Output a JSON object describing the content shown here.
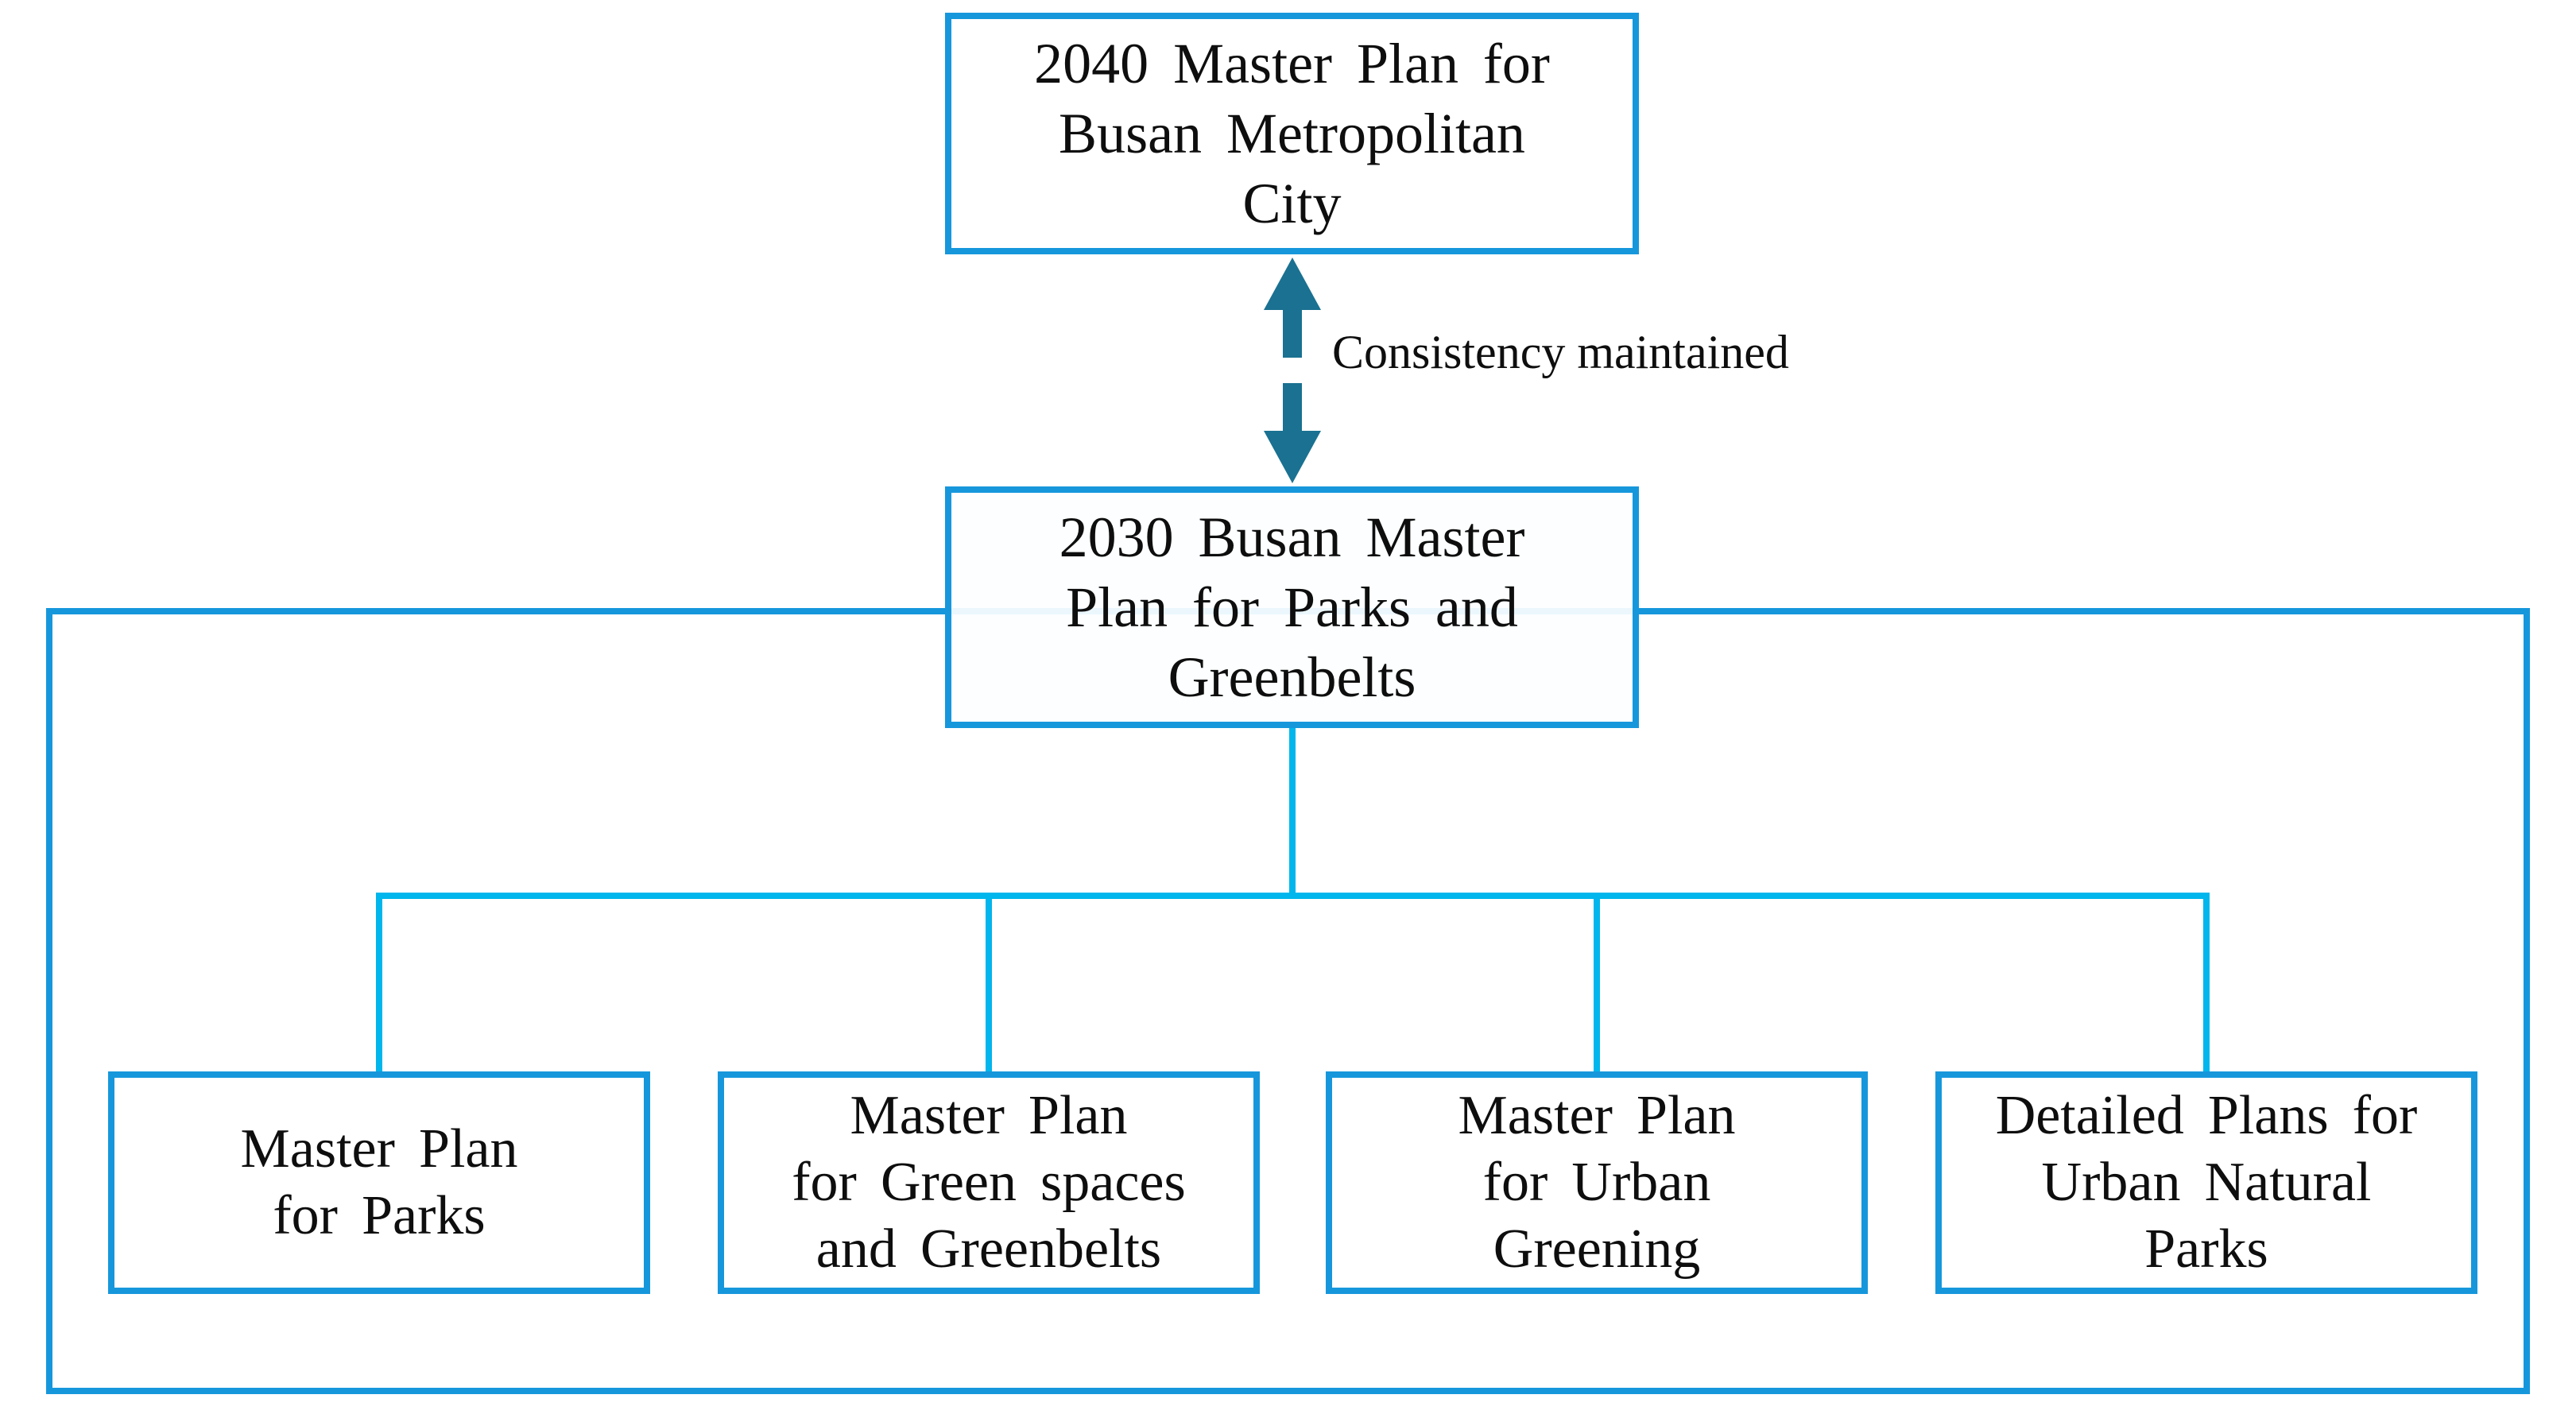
{
  "diagram": {
    "top_box": "2040 Master Plan for\nBusan Metropolitan\nCity",
    "relation_label": "Consistency maintained",
    "middle_box": "2030 Busan Master\nPlan for Parks and\nGreenbelts",
    "bottom_boxes": [
      "Master Plan\nfor Parks",
      "Master Plan\nfor Green spaces\nand Greenbelts",
      "Master Plan\nfor Urban\nGreening",
      "Detailed Plans for\nUrban Natural\nParks"
    ],
    "icons": {
      "double_arrow": "up-down-arrow-icon"
    },
    "colors": {
      "box_border": "#1697dc",
      "container_border": "#1697dc",
      "connector": "#00b6ec",
      "arrow": "#1a7191",
      "text": "#0e0e0e"
    }
  }
}
